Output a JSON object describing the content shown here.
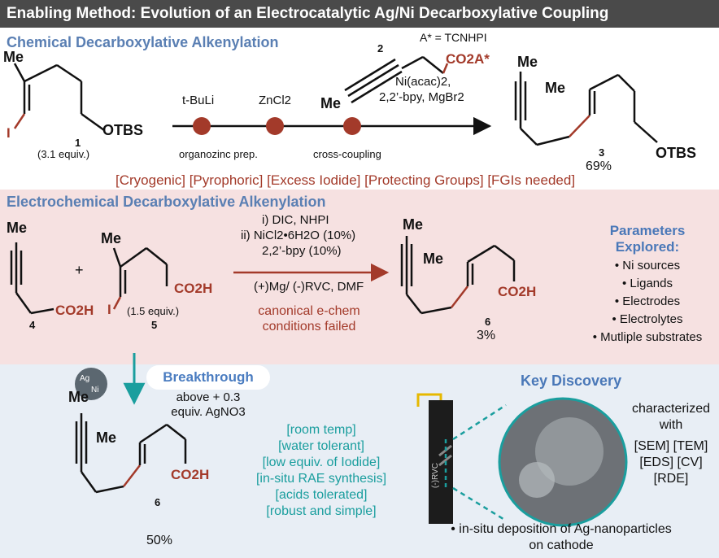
{
  "header": {
    "title": "Enabling Method: Evolution of an Electrocatalytic Ag/Ni Decarboxylative Coupling"
  },
  "chemical": {
    "title": "Chemical Decarboxylative Alkenylation",
    "start_me": "Me",
    "start_i": "I",
    "start_otbs": "OTBS",
    "start_num": "1",
    "start_equiv": "(3.1 equiv.)",
    "step1": "t-BuLi",
    "step2": "ZnCl2",
    "reagent_num": "2",
    "reagent_def": "A* = TCNHPI",
    "reagent_co2": "CO2A*",
    "reagent_me": "Me",
    "step3_line1": "Ni(acac)2,",
    "step3_line2": "2,2’-bpy, MgBr2",
    "label_left": "organozinc prep.",
    "label_right": "cross-coupling",
    "prod_me1": "Me",
    "prod_me2": "Me",
    "prod_otbs": "OTBS",
    "prod_num": "3",
    "prod_yield": "69%",
    "drawbacks": "[Cryogenic] [Pyrophoric] [Excess Iodide] [Protecting Groups] [FGIs needed]"
  },
  "electro": {
    "title": "Electrochemical Decarboxylative Alkenylation",
    "sm4_me": "Me",
    "sm4_co2h": "CO2H",
    "sm4_num": "4",
    "plus": "+",
    "sm5_me": "Me",
    "sm5_i": "I",
    "sm5_co2h": "CO2H",
    "sm5_equiv": "(1.5 equiv.)",
    "sm5_num": "5",
    "cond1": "i) DIC, NHPI",
    "cond2": "ii)  NiCl2•6H2O (10%)",
    "cond3": "2,2’-bpy (10%)",
    "cond4": "(+)Mg/ (-)RVC, DMF",
    "failed1": "canonical e-chem",
    "failed2": "conditions failed",
    "prod_me1": "Me",
    "prod_me2": "Me",
    "prod_co2h": "CO2H",
    "prod_num": "6",
    "prod_yield": "3%",
    "params_title1": "Parameters",
    "params_title2": "Explored:",
    "params": [
      "• Ni sources",
      "• Ligands",
      "• Electrodes",
      "• Electrolytes",
      "• Mutliple substrates"
    ]
  },
  "breakthrough": {
    "badge": "Breakthrough",
    "icon_ag": "Ag",
    "icon_ni": "Ni",
    "cond1": "above + 0.3",
    "cond2": "equiv. AgNO3",
    "features": [
      "[room temp]",
      "[water tolerant]",
      "[low equiv. of Iodide]",
      "[in-situ RAE synthesis]",
      "[acids tolerated]",
      "[robust and simple]"
    ],
    "prod_me1": "Me",
    "prod_me2": "Me",
    "prod_co2h": "CO2H",
    "prod_num": "6",
    "prod_yield": "50%",
    "key_title": "Key Discovery",
    "electrode_label": "(-)RVC",
    "char1": "characterized",
    "char2": "with",
    "char3": "[SEM] [TEM]",
    "char4": "[EDS] [CV]",
    "char5": "[RDE]",
    "deposition1": "• in-situ deposition of Ag-nanoparticles",
    "deposition2": "on cathode"
  },
  "colors": {
    "header_bg": "#4a4a4a",
    "title_blue": "#5a7fb3",
    "bond_red": "#a33a2a",
    "teal": "#1a9e9e",
    "pink_bg": "#f6e1e1",
    "blue_bg": "#e8eef5"
  }
}
